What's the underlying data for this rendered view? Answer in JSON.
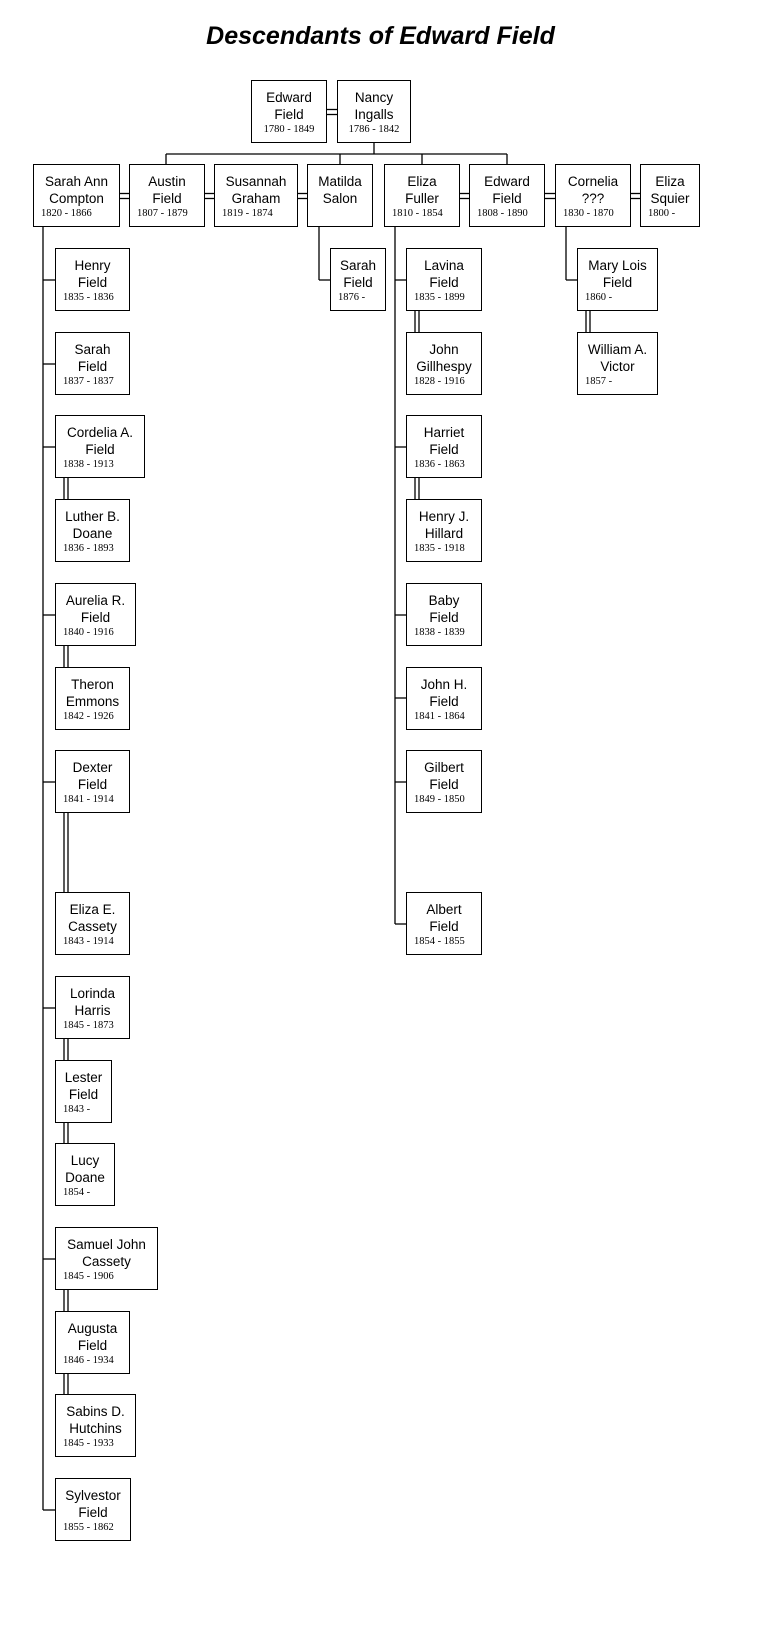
{
  "title": "Descendants of Edward Field",
  "people": {
    "edward_field_sr": {
      "name": "Edward\nField",
      "years": "1780 - 1849"
    },
    "nancy_ingalls": {
      "name": "Nancy\nIngalls",
      "years": "1786 - 1842"
    },
    "sarah_ann_compton": {
      "name": "Sarah Ann\nCompton",
      "years": "1820 - 1866"
    },
    "austin_field": {
      "name": "Austin\nField",
      "years": "1807 - 1879"
    },
    "susannah_graham": {
      "name": "Susannah\nGraham",
      "years": "1819 - 1874"
    },
    "matilda_salon": {
      "name": "Matilda\nSalon",
      "years": ""
    },
    "eliza_fuller": {
      "name": "Eliza\nFuller",
      "years": "1810 - 1854"
    },
    "edward_field_jr": {
      "name": "Edward\nField",
      "years": "1808 - 1890"
    },
    "cornelia": {
      "name": "Cornelia\n???",
      "years": "1830 - 1870"
    },
    "eliza_squier": {
      "name": "Eliza\nSquier",
      "years": "1800 -"
    },
    "henry_field": {
      "name": "Henry\nField",
      "years": "1835 - 1836"
    },
    "sarah_field_1837": {
      "name": "Sarah\nField",
      "years": "1837 - 1837"
    },
    "cordelia_field": {
      "name": "Cordelia A.\nField",
      "years": "1838 - 1913"
    },
    "luther_doane": {
      "name": "Luther B.\nDoane",
      "years": "1836 - 1893"
    },
    "aurelia_field": {
      "name": "Aurelia R.\nField",
      "years": "1840 - 1916"
    },
    "theron_emmons": {
      "name": "Theron\nEmmons",
      "years": "1842 - 1926"
    },
    "dexter_field": {
      "name": "Dexter\nField",
      "years": "1841 - 1914"
    },
    "eliza_cassety": {
      "name": "Eliza E.\nCassety",
      "years": "1843 - 1914"
    },
    "lorinda_harris": {
      "name": "Lorinda\nHarris",
      "years": "1845 - 1873"
    },
    "lester_field": {
      "name": "Lester\nField",
      "years": "1843 -"
    },
    "lucy_doane": {
      "name": "Lucy\nDoane",
      "years": "1854 -"
    },
    "samuel_cassety": {
      "name": "Samuel John\nCassety",
      "years": "1845 - 1906"
    },
    "augusta_field": {
      "name": "Augusta\nField",
      "years": "1846 - 1934"
    },
    "sabins_hutchins": {
      "name": "Sabins D.\nHutchins",
      "years": "1845 - 1933"
    },
    "sylvestor_field": {
      "name": "Sylvestor\nField",
      "years": "1855 - 1862"
    },
    "sarah_field_1876": {
      "name": "Sarah\nField",
      "years": "1876 -"
    },
    "lavina_field": {
      "name": "Lavina\nField",
      "years": "1835 - 1899"
    },
    "john_gillhespy": {
      "name": "John\nGillhespy",
      "years": "1828 - 1916"
    },
    "harriet_field": {
      "name": "Harriet\nField",
      "years": "1836 - 1863"
    },
    "henry_hillard": {
      "name": "Henry J.\nHillard",
      "years": "1835 - 1918"
    },
    "baby_field": {
      "name": "Baby\nField",
      "years": "1838 - 1839"
    },
    "john_h_field": {
      "name": "John H.\nField",
      "years": "1841 - 1864"
    },
    "gilbert_field": {
      "name": "Gilbert\nField",
      "years": "1849 - 1850"
    },
    "albert_field": {
      "name": "Albert\nField",
      "years": "1854 - 1855"
    },
    "mary_lois_field": {
      "name": "Mary Lois\nField",
      "years": "1860 -"
    },
    "william_victor": {
      "name": "William A.\nVictor",
      "years": "1857 -"
    }
  }
}
